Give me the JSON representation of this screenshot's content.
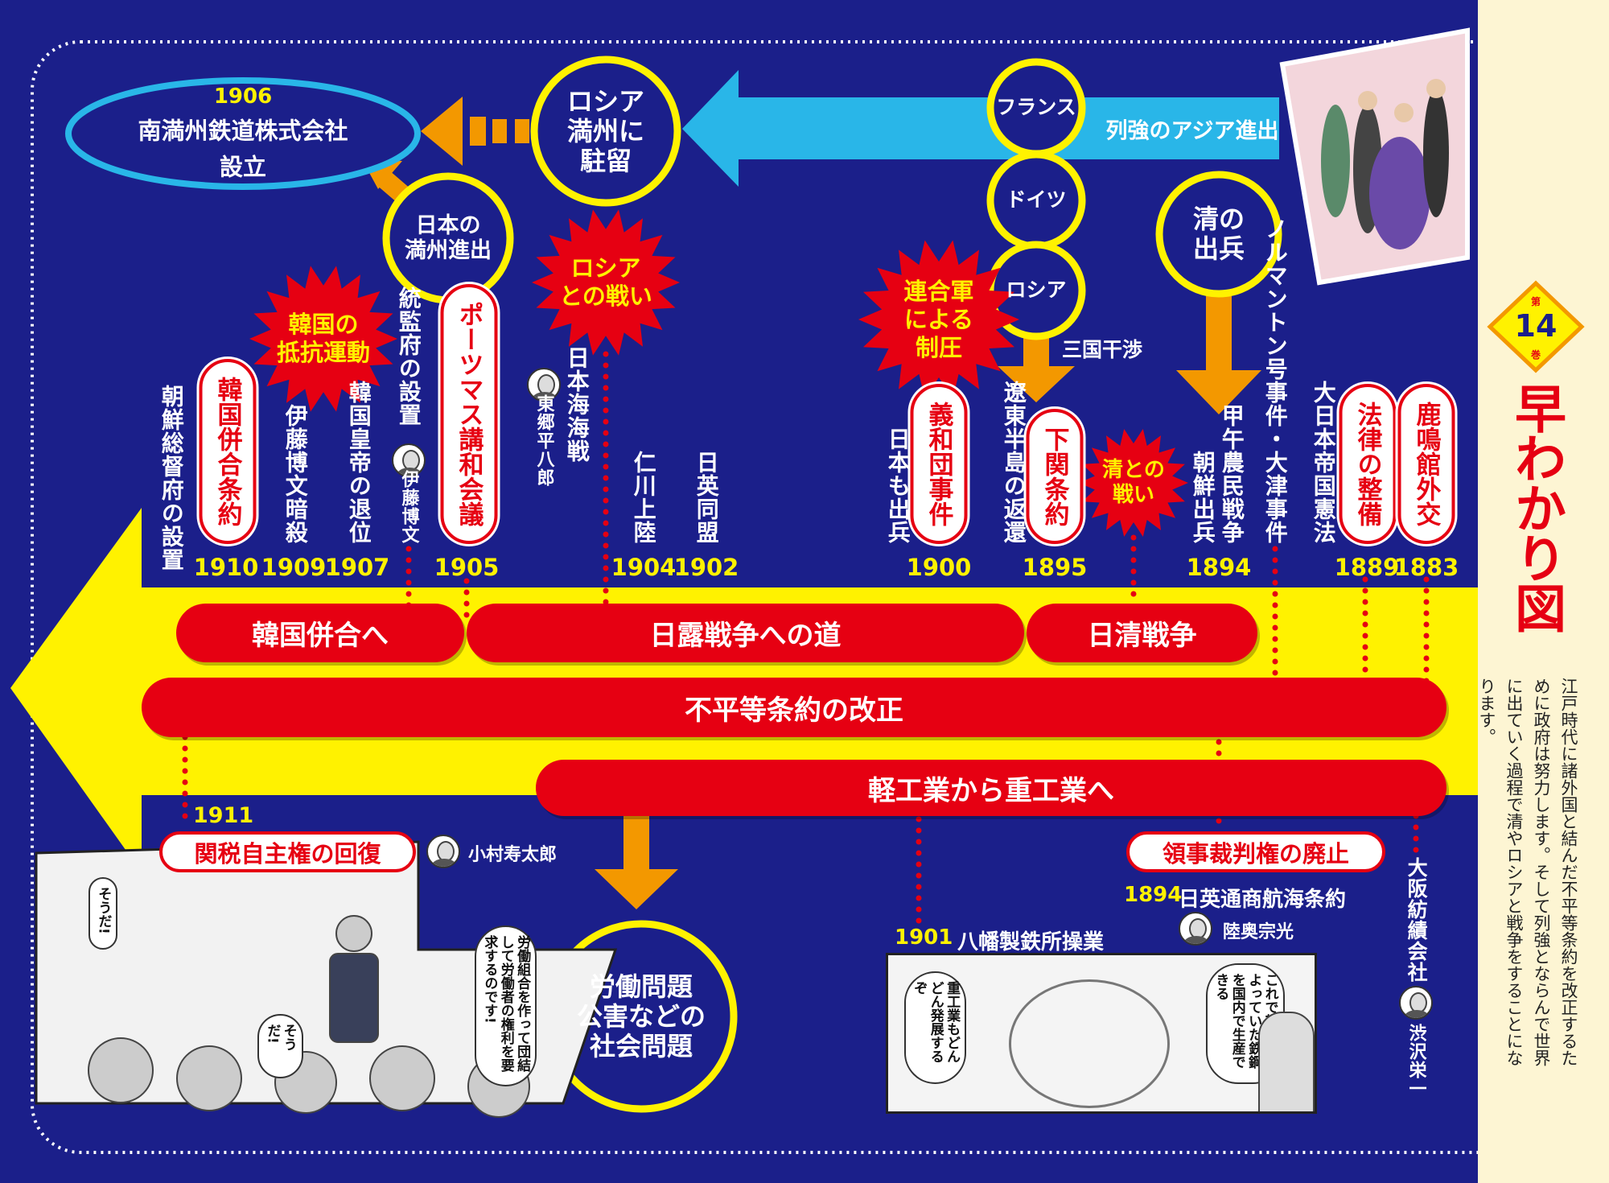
{
  "header": {
    "volume_prefix": "第",
    "volume_number": "14",
    "volume_suffix": "巻",
    "title": "早わかり図",
    "description": "江戸時代に諸外国と結んだ不平等条約を改正するために政府は努力します。そして列強とならんで世界に出ていく過程で清やロシアと戦争をすることになります。"
  },
  "top": {
    "railway_year": "1906",
    "railway_line1": "南満州鉄道株式会社",
    "railway_line2": "設立",
    "russia_circle": [
      "ロシア",
      "満州に",
      "駐留"
    ],
    "japan_circle": [
      "日本の",
      "満州進出"
    ],
    "powers": [
      "フランス",
      "ドイツ",
      "ロシア"
    ],
    "asia_advance": "列強のアジア進出",
    "qing_circle": [
      "清の",
      "出兵"
    ],
    "triple_intervention": "三国干渉"
  },
  "bursts": {
    "korea_resistance": [
      "韓国の",
      "抵抗運動"
    ],
    "russia_war": [
      "ロシア",
      "との戦い"
    ],
    "allied_suppression": [
      "連合軍",
      "による",
      "制圧"
    ],
    "qing_war": [
      "清との",
      "戦い"
    ]
  },
  "years": [
    "1910",
    "1909",
    "1907",
    "1905",
    "1904",
    "1902",
    "1900",
    "1895",
    "1894",
    "1889",
    "1883"
  ],
  "events": {
    "governor_general": "朝鮮総督府の設置",
    "annexation_treaty": "韓国併合条約",
    "ito_assassination": "伊藤博文暗殺",
    "emperor_abdication": "韓国皇帝の退位",
    "resident_general": "統監府の設置",
    "ito_name": "伊藤博文",
    "portsmouth": "ポーツマス講和会議",
    "tsushima": "日本海海戦",
    "togo_name": "東郷平八郎",
    "incheon": "仁川上陸",
    "alliance": "日英同盟",
    "japan_troops": "日本も出兵",
    "boxer": "義和団事件",
    "liaodong": "遼東半島の返還",
    "shimonoseki": "下関条約",
    "korea_troops": "朝鮮出兵",
    "donghak": "甲午農民戦争",
    "normanton": "ノルマントン号事件・大津事件",
    "constitution": "大日本帝国憲法",
    "legal_reform": "法律の整備",
    "rokumeikan": "鹿鳴館外交"
  },
  "bars": {
    "korea_annex": "韓国併合へ",
    "russo_war_road": "日露戦争への道",
    "sino_war": "日清戦争",
    "treaty_revision": "不平等条約の改正",
    "industry": "軽工業から重工業へ"
  },
  "bottom": {
    "tariff_year": "1911",
    "tariff": "関税自主権の回復",
    "komura": "小村寿太郎",
    "extraterritoriality": "領事裁判権の廃止",
    "treaty_year": "1894",
    "anglo_treaty": "日英通商航海条約",
    "mutsu": "陸奥宗光",
    "yawata_year": "1901",
    "yawata": "八幡製鉄所操業",
    "osaka_spinning": "大阪紡績会社",
    "shibusawa": "渋沢栄一",
    "labor_circle": [
      "労働問題",
      "公害などの",
      "社会問題"
    ],
    "manga_left": [
      "そうだ!",
      "労働組合を作って団結して労働者の権利を要求するのです!",
      "そうだ!"
    ],
    "manga_right": [
      "これで輸入にたよっていた鉄鋼を国内で生産できる",
      "重工業もどんどん発展するぞ"
    ]
  }
}
